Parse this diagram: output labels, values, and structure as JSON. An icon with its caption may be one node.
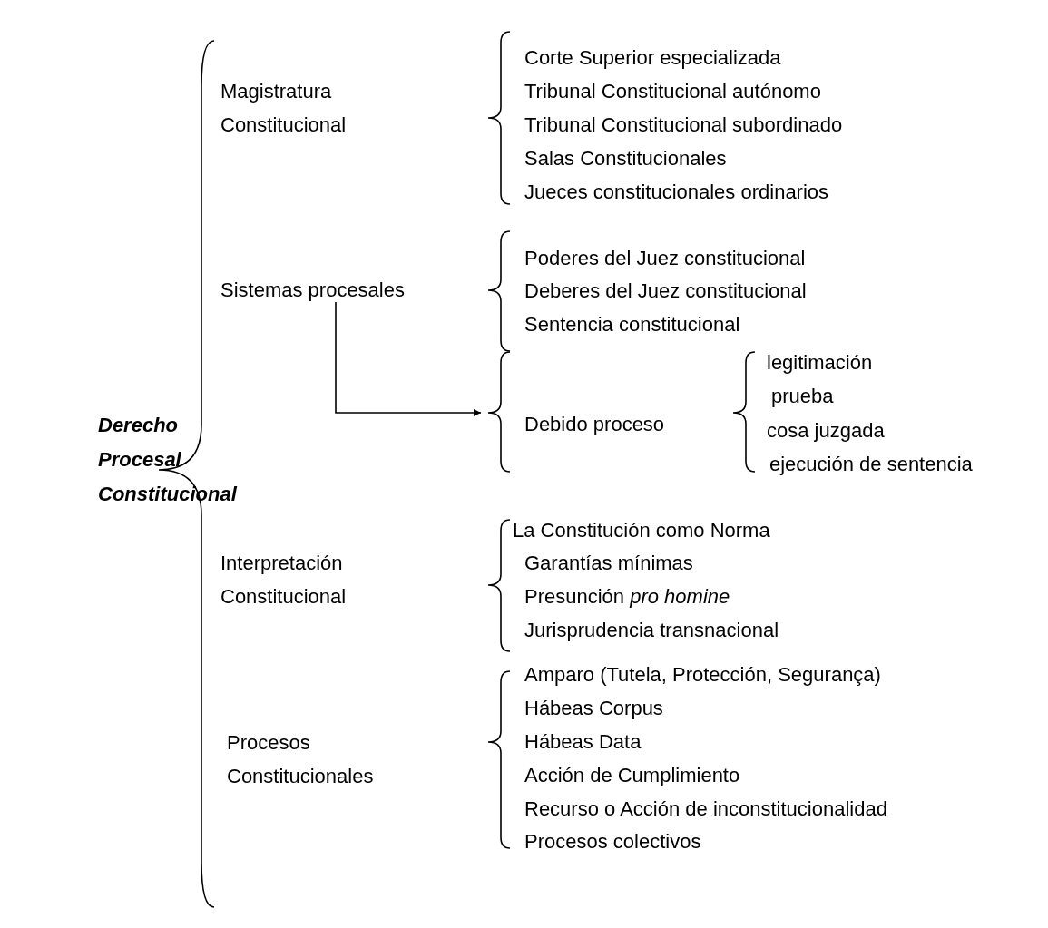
{
  "diagram": {
    "nodes": [
      {
        "text": [
          "Sistemas procesales"
        ]
      },
      {
        "text": [
          "Debido proceso"
        ]
      }
    ],
    "edges": [
      {
        "from": 0,
        "to": 1,
        "arrow": "to"
      }
    ],
    "labels": [
      "Derecho Procesal Constitucional",
      "Magistratura Constitucional",
      "Corte Superior especializada",
      "Tribunal Constitucional autónomo",
      "Tribunal Constitucional subordinado",
      "Salas Constitucionales",
      "Jueces constitucionales ordinarios",
      "Poderes del Juez constitucional",
      "Deberes del Juez constitucional",
      "Sentencia constitucional",
      "legitimación",
      "prueba",
      "cosa juzgada",
      "ejecución de sentencia",
      "Interpretación Constitucional",
      "La Constitución como Norma",
      "Garantías mínimas",
      "Presunción *pro homine*",
      "Jurisprudencia transnacional",
      "Procesos Constitucionales",
      "Amparo (Tutela, Protección, Segurança)",
      "Hábeas Corpus",
      "Hábeas Data",
      "Acción de Cumplimiento",
      "Recurso o Acción de inconstitucionalidad",
      "Procesos colectivos"
    ]
  }
}
